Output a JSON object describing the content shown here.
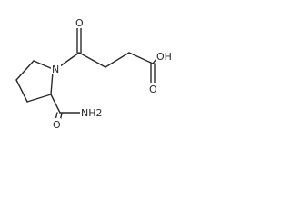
{
  "molecule": {
    "atoms": {
      "ring_nitrogen": "N",
      "ketone_oxygen": "O",
      "acid_hydroxyl": "OH",
      "acid_carbonyl_oxygen": "O",
      "amide_carbonyl_oxygen": "O",
      "amide_nitrogen": "NH2"
    }
  }
}
